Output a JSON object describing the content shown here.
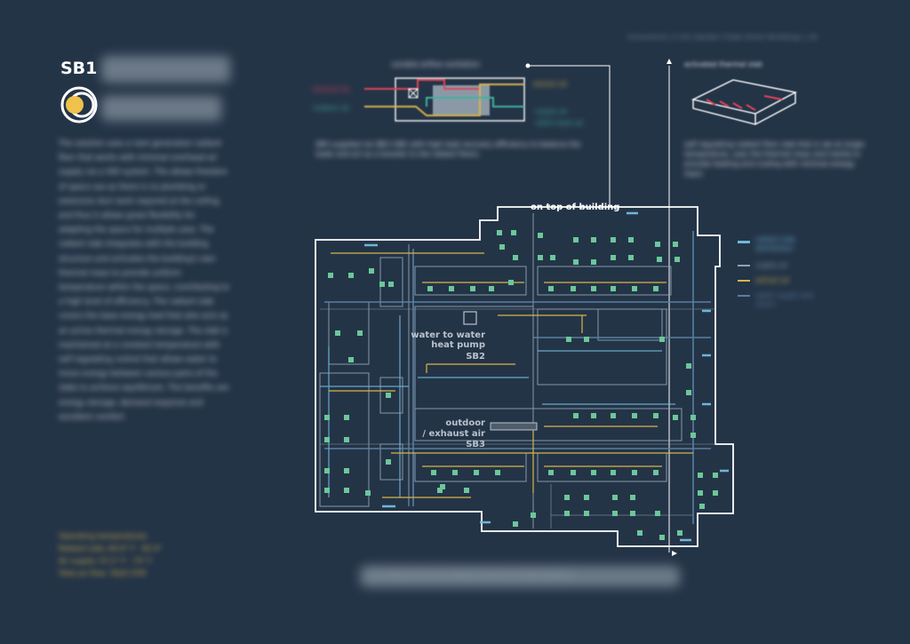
{
  "page": {
    "header_line": "Innovations in the Sweden Trade Green Buildings",
    "page_number": "16"
  },
  "left_panel": {
    "code": "SB1",
    "paragraph": "The solution uses a next generation radiant floor that works with minimal overhead air supply via a VAV system. The allows freedom of space use as there is no plumbing or extensive duct work required at the ceiling, and thus it allows great flexibility for adapting the space for multiple uses. The radiant slab integrates with the building structure and activates the building's own thermal mass to provide uniform temperature within the space, contributing to a high level of efficiency. The radiant slab covers the base energy load that also acts as an active thermal energy storage. The slab is maintained at a constant temperature with self regulating control that allows water to move energy between various parts of the slabs to achieve equilibrium. The benefits are energy storage, demand response and excellent comfort.",
    "operating": [
      "Operating temperatures",
      "Radiant slab: 64.4° F - 82.4°",
      "Air supply: 57.2° F - 73° F",
      "Total air flow: 7620 CFM"
    ]
  },
  "ventilation": {
    "title": "variable airflow ventilation",
    "exhaust_left": "exhaust air",
    "outdoor_left": "outdoor air",
    "extract_right": "extract air",
    "supply_right": "supply air",
    "supply_right_2": "100% fresh air",
    "description": "SB3 supplied via SB2+SB1 with high heat recovery efficiency to balance the loads and act as a booster to the radiant floors."
  },
  "thermal_slab": {
    "title": "activated thermal slab",
    "description": "self regulating radiant floor slab that is set at single temperature, uses the thermal mass and inertia to provide heating and cooling with minimal energy input."
  },
  "plan": {
    "top_label": "on top of building",
    "pump_line1": "water to water",
    "pump_line2": "heat pump",
    "pump_code": "SB2",
    "outdoor_line1": "outdoor",
    "outdoor_line2": "/ exhaust air",
    "outdoor_code": "SB3"
  },
  "legend": [
    {
      "label": "radiant slab distribution",
      "color": "#6fb6d8"
    },
    {
      "label": "supply air",
      "color": "#8fa3b4"
    },
    {
      "label": "extract air",
      "color": "#d8b54a"
    },
    {
      "label": "water supply and return",
      "color": "#5a7fa0"
    }
  ],
  "footer": "SOLARDECATHLON SWEDE TEAM IN HOME ENERGY",
  "colors": {
    "background": "#243447",
    "outline": "#ffffff",
    "extract": "#d8b54a",
    "supply": "#8fa3b4",
    "radiant": "#6fb6d8",
    "node": "#6cc79a",
    "red": "#e0455a",
    "teal": "#3fb3a0"
  }
}
